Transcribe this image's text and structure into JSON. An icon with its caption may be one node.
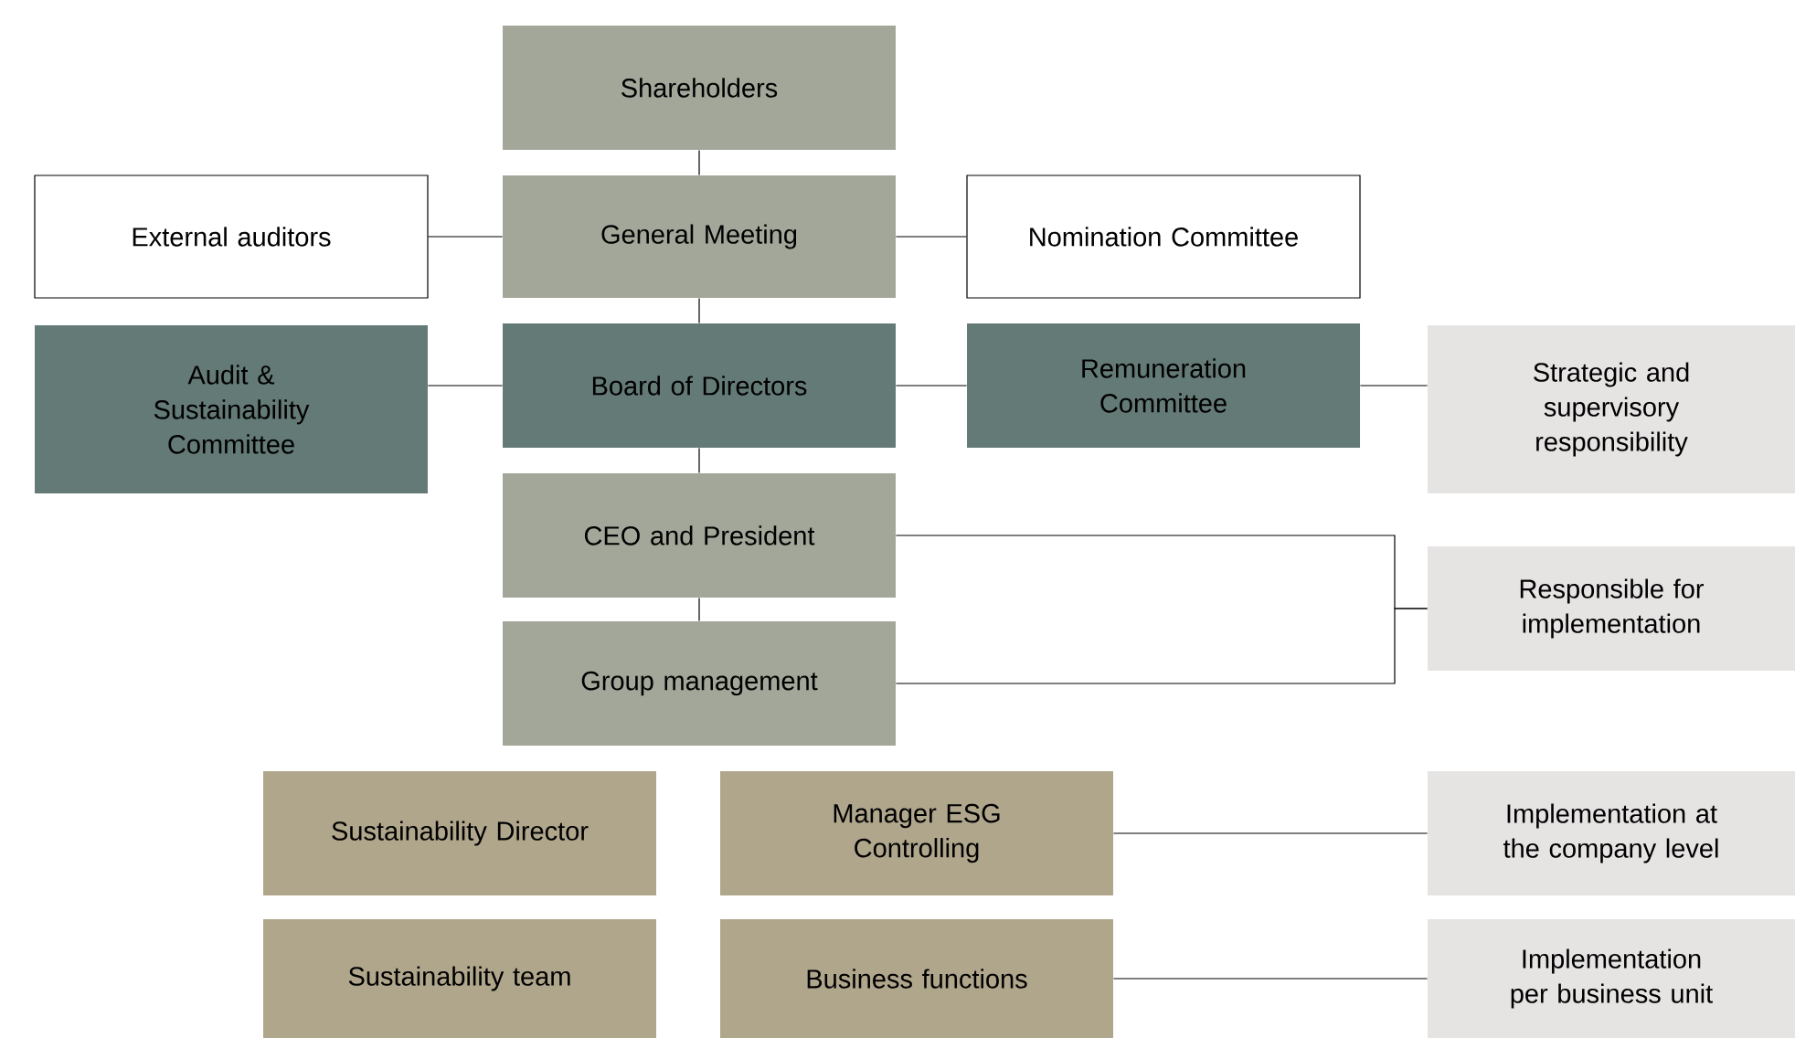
{
  "diagram": {
    "nodes": [
      {
        "text": [
          "Shareholders"
        ]
      },
      {
        "text": [
          "External auditors"
        ]
      },
      {
        "text": [
          "General Meeting"
        ]
      },
      {
        "text": [
          "Nomination Committee"
        ]
      },
      {
        "text": [
          "Audit & Sustainability Committee"
        ]
      },
      {
        "text": [
          "Board of Directors"
        ]
      },
      {
        "text": [
          "Remuneration Committee"
        ]
      },
      {
        "text": [
          "Strategic and supervisory responsibility"
        ]
      },
      {
        "text": [
          "CEO and President"
        ]
      },
      {
        "text": [
          "Responsible for implementation"
        ]
      },
      {
        "text": [
          "Group management"
        ]
      },
      {
        "text": [
          "Sustainability Director"
        ]
      },
      {
        "text": [
          "Manager ESG Controlling"
        ]
      },
      {
        "text": [
          "Implementation at the company level"
        ]
      },
      {
        "text": [
          "Sustainability team"
        ]
      },
      {
        "text": [
          "Business functions"
        ]
      },
      {
        "text": [
          "Implementation per business unit"
        ]
      }
    ],
    "edges": [
      {
        "from": 0,
        "to": 2,
        "arrow": "none"
      },
      {
        "from": 1,
        "to": 2,
        "arrow": "none"
      },
      {
        "from": 2,
        "to": 3,
        "arrow": "none"
      },
      {
        "from": 2,
        "to": 5,
        "arrow": "none"
      },
      {
        "from": 4,
        "to": 5,
        "arrow": "none"
      },
      {
        "from": 5,
        "to": 6,
        "arrow": "none"
      },
      {
        "from": 6,
        "to": 7,
        "arrow": "none"
      },
      {
        "from": 5,
        "to": 8,
        "arrow": "none"
      },
      {
        "from": 8,
        "to": 10,
        "arrow": "none"
      },
      {
        "from": 8,
        "to": 9,
        "arrow": "none"
      },
      {
        "from": 10,
        "to": 9,
        "arrow": "none"
      },
      {
        "from": 12,
        "to": 13,
        "arrow": "none"
      },
      {
        "from": 15,
        "to": 16,
        "arrow": "none"
      }
    ]
  }
}
